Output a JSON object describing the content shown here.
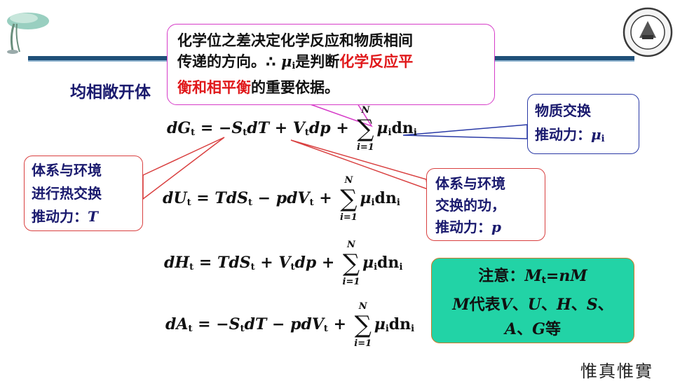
{
  "title": "均相敞开体",
  "callout_top": {
    "line1": "化学位之差决定化学反应和物质相间",
    "line2_pre": "传递的方向。∴ ",
    "mu": "μ",
    "sub_i": "i",
    "line2_post": "是判断",
    "line2_red": "化学反应平",
    "line3_red": "衡和相平衡",
    "line3_post": "的重要依据。"
  },
  "callout_right": {
    "line1": "物质交换",
    "line2_pre": "推动力：",
    "mu": "μ",
    "sub_i": "i"
  },
  "callout_left": {
    "line1": "体系与环境",
    "line2": "进行热交换",
    "line3_pre": "推动力：",
    "var": "T"
  },
  "callout_mid": {
    "line1": "体系与环境",
    "line2": "交换的功，",
    "line3_pre": "推动力：",
    "var": "p"
  },
  "note": {
    "line1_pre": "注意：",
    "M": "M",
    "t": "t",
    "eq": "=",
    "nM": "nM",
    "line2_M": "M",
    "line2_text": "代表",
    "vars": [
      "V",
      "U",
      "H",
      "S",
      "A",
      "G"
    ],
    "sep": "、",
    "end": "等"
  },
  "equations": {
    "sum_top": "N",
    "sum_bottom": "i=1",
    "sigma": "∑",
    "eq1": {
      "lhs": "dG",
      "t": "t",
      "rhs": "= −S",
      "a": "dT + V",
      "b": "dp + "
    },
    "eq2": {
      "lhs": "dU",
      "t": "t",
      "rhs": "= TdS",
      "a": " − pdV",
      "b": " + "
    },
    "eq3": {
      "lhs": "dH",
      "t": "t",
      "rhs": "= TdS",
      "a": " + V",
      "b": "dp + "
    },
    "eq4": {
      "lhs": "dA",
      "t": "t",
      "rhs": "= −S",
      "a": "dT − pdV",
      "b": " + "
    },
    "mu_dn": "μ",
    "i": "i",
    "dn": "dn"
  },
  "stamp": "惟真惟實"
}
